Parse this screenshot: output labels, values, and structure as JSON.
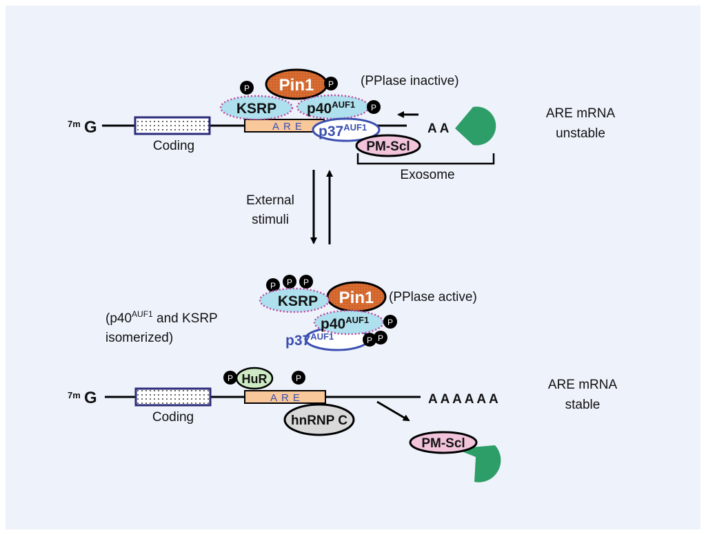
{
  "colors": {
    "background": "#eef2fb",
    "coding_border": "#2a2a7a",
    "are_fill": "#f8c89a",
    "are_text": "#3b4fb0",
    "pin1_fill": "#d2642a",
    "ksrp_fill": "#aee0ee",
    "dotted_border": "#c0449c",
    "p37_border": "#3b4fb0",
    "pmscl_fill": "#f2c4dc",
    "exosome_green": "#2e9e68",
    "hur_fill": "#cdeac5",
    "hnrnpc_fill": "#d9d9d9",
    "phospho_fill": "#000000"
  },
  "top": {
    "cap_prefix": "7m",
    "cap_letter": "G",
    "coding_label": "Coding",
    "are_label": "ARE",
    "pin1_label": "Pin1",
    "ksrp_label": "KSRP",
    "p40_label": "p40",
    "p40_sup": "AUF1",
    "p37_label": "p37",
    "p37_sup": "AUF1",
    "pmscl_label": "PM-Scl",
    "phospho_label": "P",
    "pin1_state": "(PPlase inactive)",
    "poly_a": "A A",
    "exosome_label": "Exosome",
    "status_line1": "ARE mRNA",
    "status_line2": "unstable"
  },
  "transition": {
    "line1": "External",
    "line2": "stimuli"
  },
  "middle": {
    "ksrp_label": "KSRP",
    "pin1_label": "Pin1",
    "pin1_state": "(PPlase active)",
    "p40_label": "p40",
    "p40_sup": "AUF1",
    "p37_label": "p37",
    "p37_sup": "AUF1",
    "phospho_label": "P",
    "note_prefix": "(p40",
    "note_sup": "AUF1",
    "note_suffix": " and KSRP",
    "note_line2": "isomerized)"
  },
  "bottom": {
    "cap_prefix": "7m",
    "cap_letter": "G",
    "coding_label": "Coding",
    "are_label": "ARE",
    "hur_label": "HuR",
    "hnrnpc_label": "hnRNP C",
    "phospho_label": "P",
    "poly_a": "A A A A A A",
    "pmscl_label": "PM-Scl",
    "status_line1": "ARE mRNA",
    "status_line2": "stable"
  }
}
